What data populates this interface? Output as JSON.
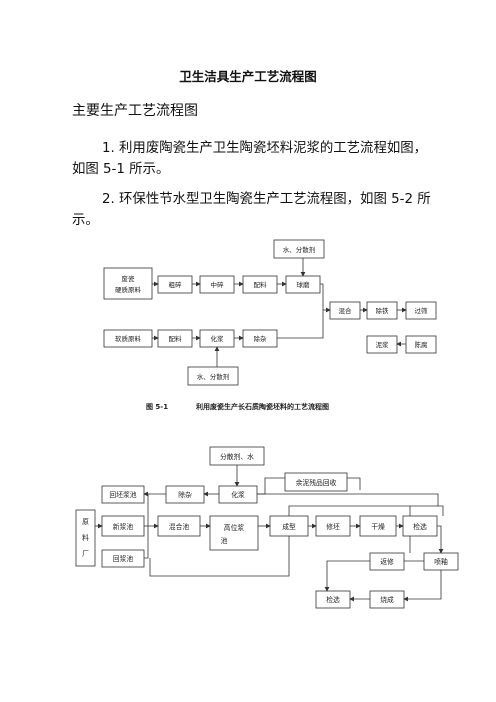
{
  "title": "卫生洁具生产工艺流程图",
  "heading": "主要生产工艺流程图",
  "paragraphs": [
    "1. 利用废陶瓷生产卫生陶瓷坯料泥浆的工艺流程如图，如图 5-1 所示。",
    "2. 环保性节水型卫生陶瓷生产工艺流程图，如图  5-2 所示。"
  ],
  "figure1": {
    "caption_num": "图 5-1",
    "caption_text": "利用废瓷生产长石质陶瓷坯料的工艺流程图",
    "nodes": {
      "water_dispersant_top": "水、分散剂",
      "waste_porcelain_1": "废瓷",
      "waste_porcelain_2": "硬质原料",
      "coarse_crush": "粗碎",
      "medium_crush": "中碎",
      "batching_top": "配料",
      "ball_mill": "球磨",
      "soft_material": "软质原料",
      "batching_bottom": "配料",
      "slurrying": "化浆",
      "impurity_removal": "除杂",
      "water_dispersant_bottom": "水、分散剂",
      "mixing": "混合",
      "iron_removal": "除铁",
      "sieving": "过筛",
      "slurry": "泥浆",
      "aging": "陈腐"
    }
  },
  "figure2": {
    "nodes": {
      "dispersant_water": "分散剂、水",
      "slurry_recovery": "余泥残品回收",
      "return_pool_1": "回坯浆池",
      "impurity_removal": "除杂",
      "slurrying": "化浆",
      "raw_factory_1": "原",
      "raw_factory_2": "料",
      "raw_factory_3": "厂",
      "new_pool": "新浆池",
      "mixing_pool": "混合池",
      "high_tank_1": "高位浆",
      "high_tank_2": "池",
      "forming": "成型",
      "repair": "修坯",
      "drying": "干燥",
      "inspection_1": "检选",
      "return_pool_2": "回浆池",
      "return_repair": "返修",
      "glazing": "喷釉",
      "inspection_2": "检选",
      "firing": "烧成"
    }
  }
}
